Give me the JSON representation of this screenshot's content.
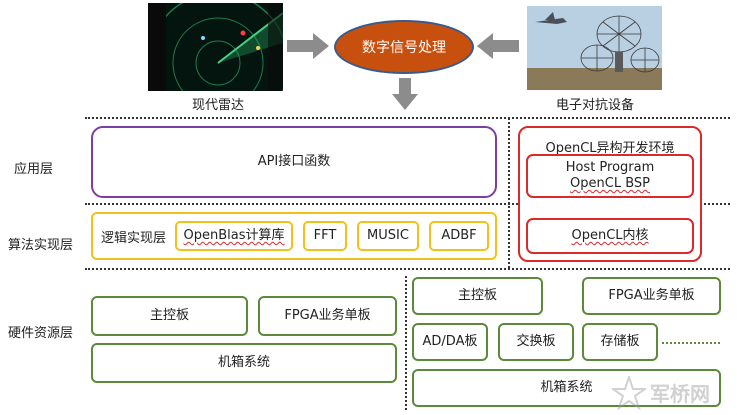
{
  "top": {
    "radar_caption": "现代雷达",
    "ew_caption": "电子对抗设备",
    "dsp_label": "数字信号处理"
  },
  "layers": {
    "app": "应用层",
    "algo": "算法实现层",
    "hw": "硬件资源层"
  },
  "left": {
    "api": "API接口函数",
    "logic": "逻辑实现层",
    "openblas": "OpenBlas计算库",
    "fft": "FFT",
    "music": "MUSIC",
    "adbf": "ADBF",
    "main_board": "主控板",
    "fpga_board": "FPGA业务单板",
    "chassis": "机箱系统"
  },
  "right": {
    "opencl_env": "OpenCL异构开发环境",
    "host_program": "Host Program",
    "opencl_bsp": "OpenCL BSP",
    "opencl_kernel": "OpenCL内核",
    "main_board": "主控板",
    "fpga_board": "FPGA业务单板",
    "adda_board": "AD/DA板",
    "switch_board": "交换板",
    "storage_board": "存储板",
    "chassis": "机箱系统"
  },
  "watermark": "军桥网",
  "colors": {
    "green_border": "#5a8a3a",
    "yellow_border": "#f2c21b",
    "purple_border": "#7a3fa0",
    "red_border": "#d92b2b",
    "dsp_fill": "#c8500f",
    "arrow_gray": "#8c8c8c"
  }
}
